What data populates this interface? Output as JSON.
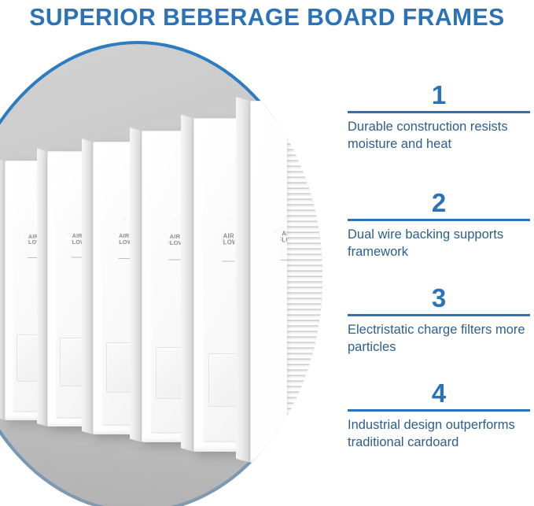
{
  "header": {
    "title": "SUPERIOR BEBERAGE BOARD FRAMES",
    "title_color": "#2b72b8"
  },
  "product_image": {
    "background_color": "#c9c9c9",
    "arc_color": "#2b7cc0",
    "filter_count": 6,
    "airflow_label_line1": "AIR",
    "airflow_label_line2": "FLOW",
    "airflow_icon": "arrow-right-icon"
  },
  "features": [
    {
      "number": "1",
      "text": "Durable construction resists moisture and heat"
    },
    {
      "number": "2",
      "text": "Dual wire backing supports framework"
    },
    {
      "number": "3",
      "text": "Electristatic charge filters more particles"
    },
    {
      "number": "4",
      "text": "Industrial design outperforms traditional cardoard"
    }
  ],
  "theme": {
    "accent_blue": "#2b72b8",
    "body_blue": "#2e5f8c",
    "panel_gray": "#c9c9c9"
  }
}
